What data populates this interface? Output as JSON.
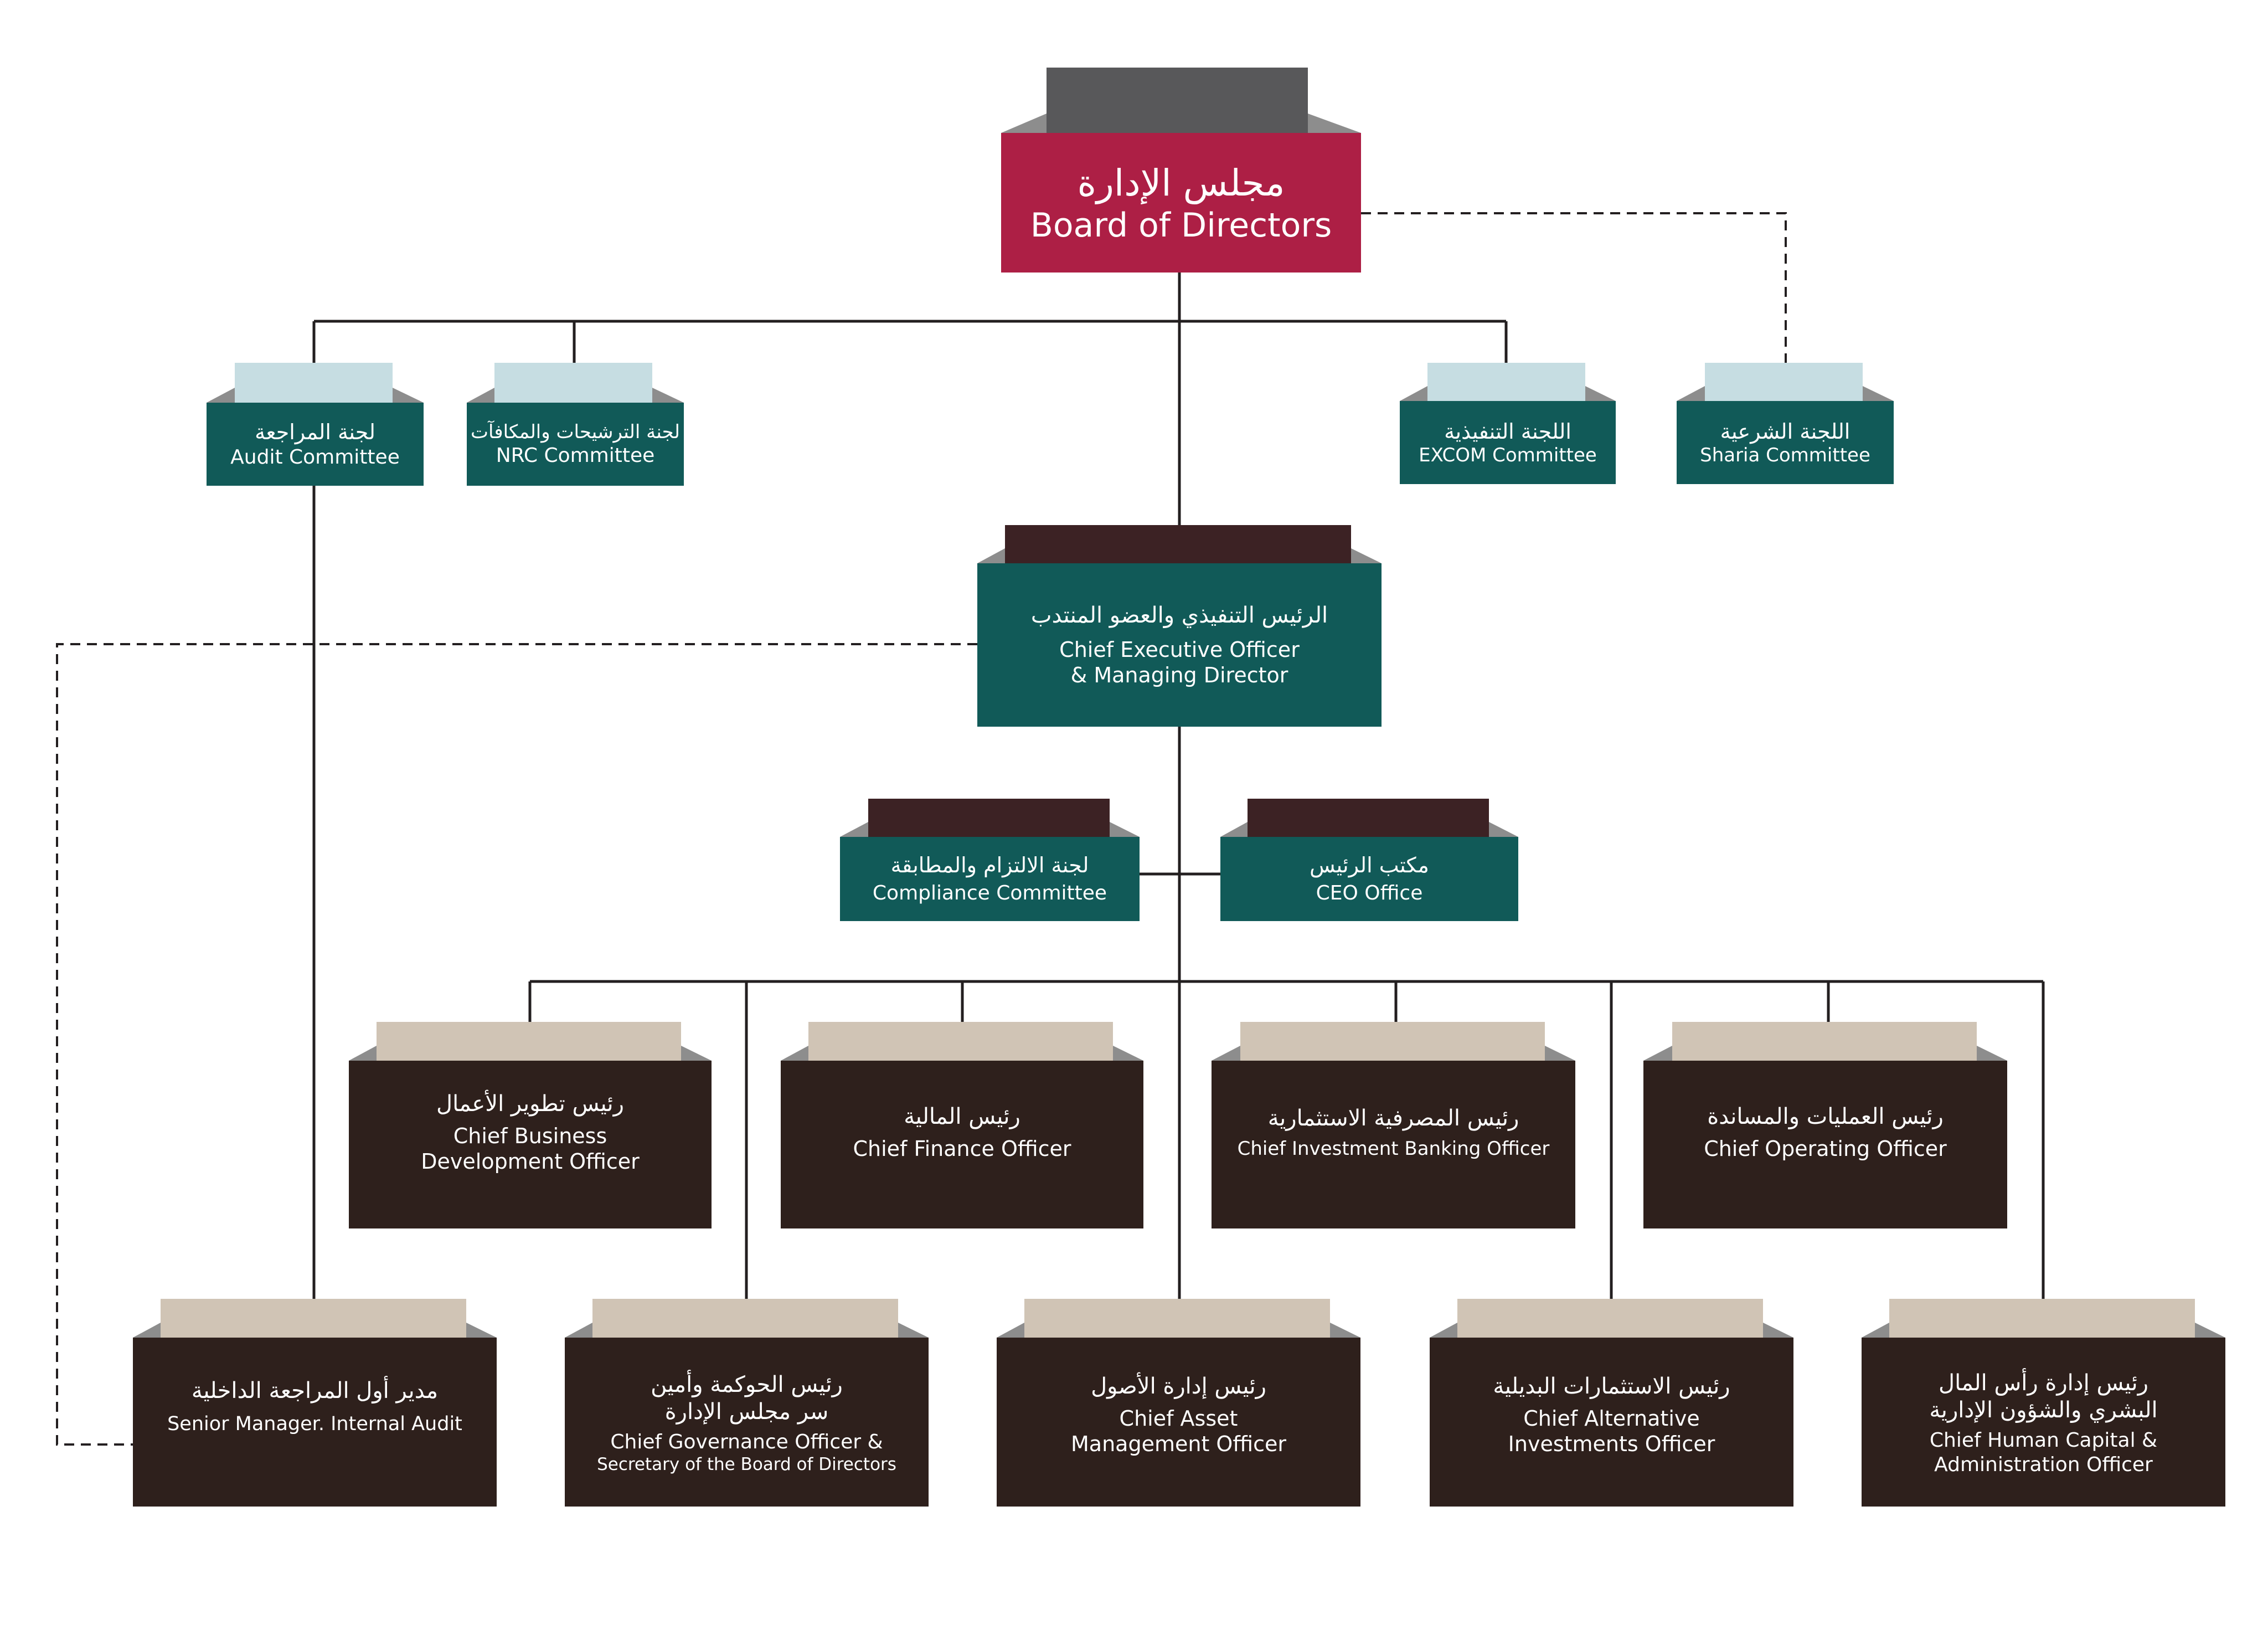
{
  "colors": {
    "board_fill": "#ad1f45",
    "board_tab": "#58585a",
    "teal_fill": "#115a58",
    "teal_tab_light": "#c6dde2",
    "dark_tab": "#3c2224",
    "officer_fill": "#2e201c",
    "officer_tab": "#d0c4b5",
    "shoulder": "#8d8d8d",
    "line": "#231f20"
  },
  "board": {
    "arabic": "مجلس الإدارة",
    "english": "Board of Directors"
  },
  "committees": {
    "audit": {
      "arabic": "لجنة المراجعة",
      "english": "Audit Committee"
    },
    "nrc": {
      "arabic": "لجنة الترشيحات والمكافآت",
      "english": "NRC Committee"
    },
    "excom": {
      "arabic": "اللجنة التنفيذية",
      "english": "EXCOM Committee"
    },
    "sharia": {
      "arabic": "اللجنة الشرعية",
      "english": "Sharia Committee"
    }
  },
  "ceo": {
    "arabic": "الرئيس التنفيذي والعضو المنتدب",
    "english_line1": "Chief Executive Officer",
    "english_line2": "& Managing Director"
  },
  "compliance": {
    "arabic": "لجنة الالتزام والمطابقة",
    "english": "Compliance Committee"
  },
  "ceo_office": {
    "arabic": "مكتب الرئيس",
    "english": "CEO Office"
  },
  "officers_row1": {
    "cbdo": {
      "arabic": "رئيس تطوير الأعمال",
      "english_line1": "Chief Business",
      "english_line2": "Development Officer"
    },
    "cfo": {
      "arabic": "رئيس المالية",
      "english": "Chief Finance Officer"
    },
    "cibo": {
      "arabic": "رئيس المصرفية الاستثمارية",
      "english": "Chief Investment Banking Officer"
    },
    "coo": {
      "arabic": "رئيس العمليات والمساندة",
      "english": "Chief Operating Officer"
    }
  },
  "officers_row2": {
    "audit_mgr": {
      "arabic": "مدير أول المراجعة الداخلية",
      "english": "Senior Manager. Internal Audit"
    },
    "cgo": {
      "arabic_line1": "رئيس الحوكمة وأمين",
      "arabic_line2": "سر مجلس الإدارة",
      "english_line1": "Chief Governance Officer &",
      "english_line2": "Secretary of the Board of Directors"
    },
    "camo": {
      "arabic": "رئيس إدارة الأصول",
      "english_line1": "Chief Asset",
      "english_line2": "Management Officer"
    },
    "caio": {
      "arabic": "رئيس الاستثمارات البديلية",
      "english_line1": "Chief Alternative",
      "english_line2": "Investments Officer"
    },
    "chco": {
      "arabic_line1": "رئيس إدارة رأس المال",
      "arabic_line2": "البشري والشؤون الإدارية",
      "english_line1": "Chief Human Capital &",
      "english_line2": "Administration Officer"
    }
  }
}
